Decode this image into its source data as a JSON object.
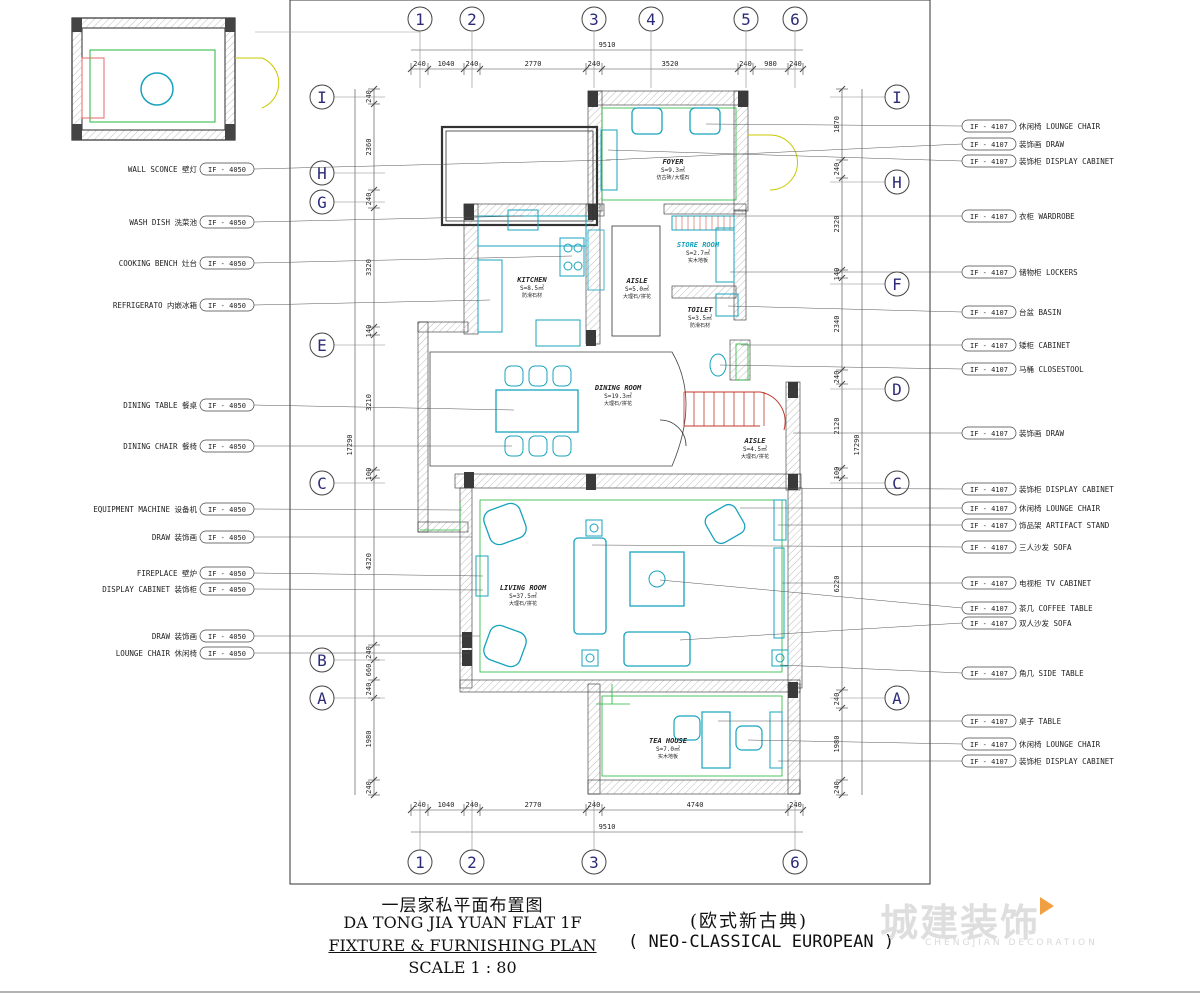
{
  "title_block": {
    "cn": "一层家私平面布置图",
    "en_line1": "DA TONG JIA YUAN  FLAT 1F",
    "en_line2": "FIXTURE & FURNISHING PLAN",
    "scale": "SCALE 1 : 80",
    "style_cn": "(欧式新古典)",
    "style_en": "( NEO-CLASSICAL EUROPEAN )"
  },
  "brand": {
    "name": "城建装饰",
    "sub": "CHENGJIAN DECORATION"
  },
  "grid_cols": [
    "1",
    "2",
    "3",
    "4",
    "5",
    "6"
  ],
  "grid_cols_bottom": [
    "1",
    "2",
    "3",
    "6"
  ],
  "grid_rows": [
    "I",
    "H",
    "G",
    "E",
    "C",
    "B",
    "A"
  ],
  "grid_rows_right": [
    "I",
    "H",
    "F",
    "D",
    "C",
    "A"
  ],
  "dims_top": {
    "total": "9510",
    "segments": [
      "240",
      "1040",
      "240",
      "2770",
      "240",
      "3520",
      "240",
      "980",
      "240"
    ]
  },
  "dims_bottom": {
    "total": "9510",
    "segments": [
      "240",
      "1040",
      "240",
      "2770",
      "240",
      "4740",
      "240"
    ]
  },
  "dims_left": {
    "total": "17290",
    "segments": [
      "240",
      "2360",
      "240",
      "3320",
      "140",
      "3210",
      "100",
      "4320",
      "240",
      "660",
      "240",
      "1980",
      "240"
    ]
  },
  "dims_right": {
    "total": "17290",
    "segments": [
      "1870",
      "240",
      "2320",
      "140",
      "2340",
      "240",
      "2120",
      "100",
      "6220",
      "240",
      "1980",
      "240"
    ]
  },
  "rooms": [
    {
      "name": "FOYER",
      "area": "S=9.3㎡",
      "floor": "仿古砖/大理石"
    },
    {
      "name": "STORE ROOM",
      "area": "S=2.7㎡",
      "floor": "实木地板"
    },
    {
      "name": "KITCHEN",
      "area": "S=8.5㎡",
      "floor": "防滑石材"
    },
    {
      "name": "AISLE",
      "area": "S=5.0㎡",
      "floor": "大理石/拼花"
    },
    {
      "name": "TOILET",
      "area": "S=3.5㎡",
      "floor": "防滑石材"
    },
    {
      "name": "DINING ROOM",
      "area": "S=19.3㎡",
      "floor": "大理石/拼花"
    },
    {
      "name": "AISLE",
      "area": "S=4.5㎡",
      "floor": "大理石/拼花"
    },
    {
      "name": "LIVING ROOM",
      "area": "S=37.5㎡",
      "floor": "大理石/拼花"
    },
    {
      "name": "TEA HOUSE",
      "area": "S=7.0㎡",
      "floor": "实木地板"
    }
  ],
  "tags_left": [
    {
      "text": "WALL SCONCE 壁灯",
      "code": "IF - 4050"
    },
    {
      "text": "WASH DISH 洗菜池",
      "code": "IF - 4050"
    },
    {
      "text": "COOKING BENCH 灶台",
      "code": "IF - 4050"
    },
    {
      "text": "REFRIGERATO 内嵌冰箱",
      "code": "IF - 4050"
    },
    {
      "text": "DINING TABLE 餐桌",
      "code": "IF - 4050"
    },
    {
      "text": "DINING CHAIR 餐椅",
      "code": "IF - 4050"
    },
    {
      "text": "EQUIPMENT MACHINE 设备机",
      "code": "IF - 4050"
    },
    {
      "text": "DRAW 装饰画",
      "code": "IF - 4050"
    },
    {
      "text": "FIREPLACE 壁炉",
      "code": "IF - 4050"
    },
    {
      "text": "DISPLAY CABINET 装饰柜",
      "code": "IF - 4050"
    },
    {
      "text": "DRAW 装饰画",
      "code": "IF - 4050"
    },
    {
      "text": "LOUNGE CHAIR 休闲椅",
      "code": "IF - 4050"
    }
  ],
  "tags_right": [
    {
      "code": "IF - 4107",
      "text": "休闲椅 LOUNGE CHAIR"
    },
    {
      "code": "IF - 4107",
      "text": "装饰画 DRAW"
    },
    {
      "code": "IF - 4107",
      "text": "装饰柜 DISPLAY CABINET"
    },
    {
      "code": "IF - 4107",
      "text": "衣柜 WARDROBE"
    },
    {
      "code": "IF - 4107",
      "text": "储物柜 LOCKERS"
    },
    {
      "code": "IF - 4107",
      "text": "台盆 BASIN"
    },
    {
      "code": "IF - 4107",
      "text": "矮柜 CABINET"
    },
    {
      "code": "IF - 4107",
      "text": "马桶 CLOSESTOOL"
    },
    {
      "code": "IF - 4107",
      "text": "装饰画 DRAW"
    },
    {
      "code": "IF - 4107",
      "text": "装饰柜 DISPLAY CABINET"
    },
    {
      "code": "IF - 4107",
      "text": "休闲椅 LOUNGE CHAIR"
    },
    {
      "code": "IF - 4107",
      "text": "饰品架 ARTIFACT STAND"
    },
    {
      "code": "IF - 4107",
      "text": "三人沙发 SOFA"
    },
    {
      "code": "IF - 4107",
      "text": "电视柜 TV CABINET"
    },
    {
      "code": "IF - 4107",
      "text": "茶几 COFFEE TABLE"
    },
    {
      "code": "IF - 4107",
      "text": "双人沙发 SOFA"
    },
    {
      "code": "IF - 4107",
      "text": "角几 SIDE TABLE"
    },
    {
      "code": "IF - 4107",
      "text": "桌子 TABLE"
    },
    {
      "code": "IF - 4107",
      "text": "休闲椅 LOUNGE CHAIR"
    },
    {
      "code": "IF - 4107",
      "text": "装饰柜 DISPLAY CABINET"
    }
  ],
  "colors": {
    "wall": "#2e2e2e",
    "hatch": "#b8b8b8",
    "furniture": "#17a3bd",
    "glass": "#26b53b",
    "door": "#c8c800",
    "leader": "#555555",
    "grid_bubble": "#2b2b7a",
    "stair": "#c0392b",
    "text": "#222222"
  }
}
